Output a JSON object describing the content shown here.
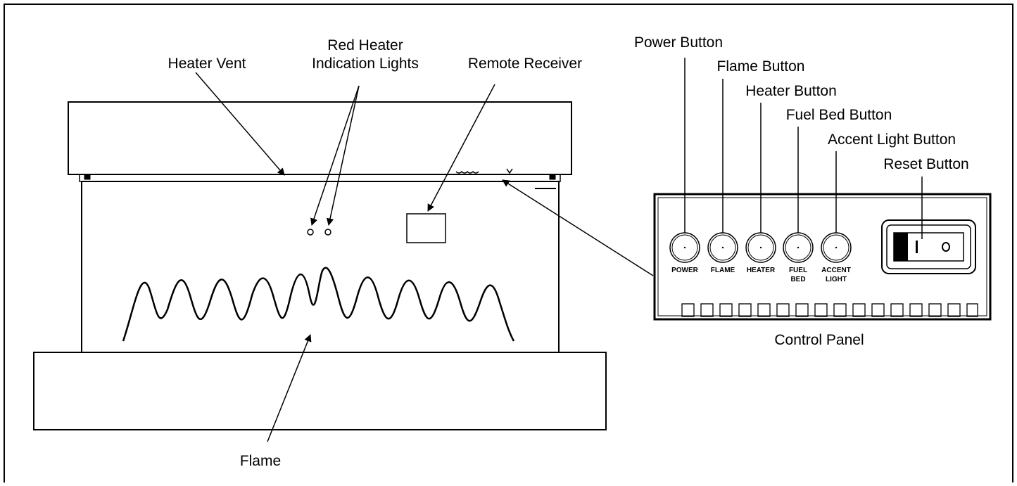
{
  "diagram": {
    "labels": {
      "heater_vent": "Heater Vent",
      "red_heater_line1": "Red Heater",
      "red_heater_line2": "Indication Lights",
      "remote_receiver": "Remote Receiver",
      "flame": "Flame",
      "control_panel": "Control Panel",
      "power_button": "Power Button",
      "flame_button": "Flame Button",
      "heater_button": "Heater Button",
      "fuel_bed_button": "Fuel Bed Button",
      "accent_light_button": "Accent Light Button",
      "reset_button": "Reset Button"
    },
    "panel_buttons": {
      "power": "POWER",
      "flame": "FLAME",
      "heater": "HEATER",
      "fuel_line1": "FUEL",
      "fuel_line2": "BED",
      "accent_line1": "ACCENT",
      "accent_line2": "LIGHT"
    },
    "reset_switch": {
      "on_symbol": "I",
      "off_symbol": "O"
    }
  },
  "colors": {
    "line": "#000000",
    "background": "#ffffff"
  }
}
